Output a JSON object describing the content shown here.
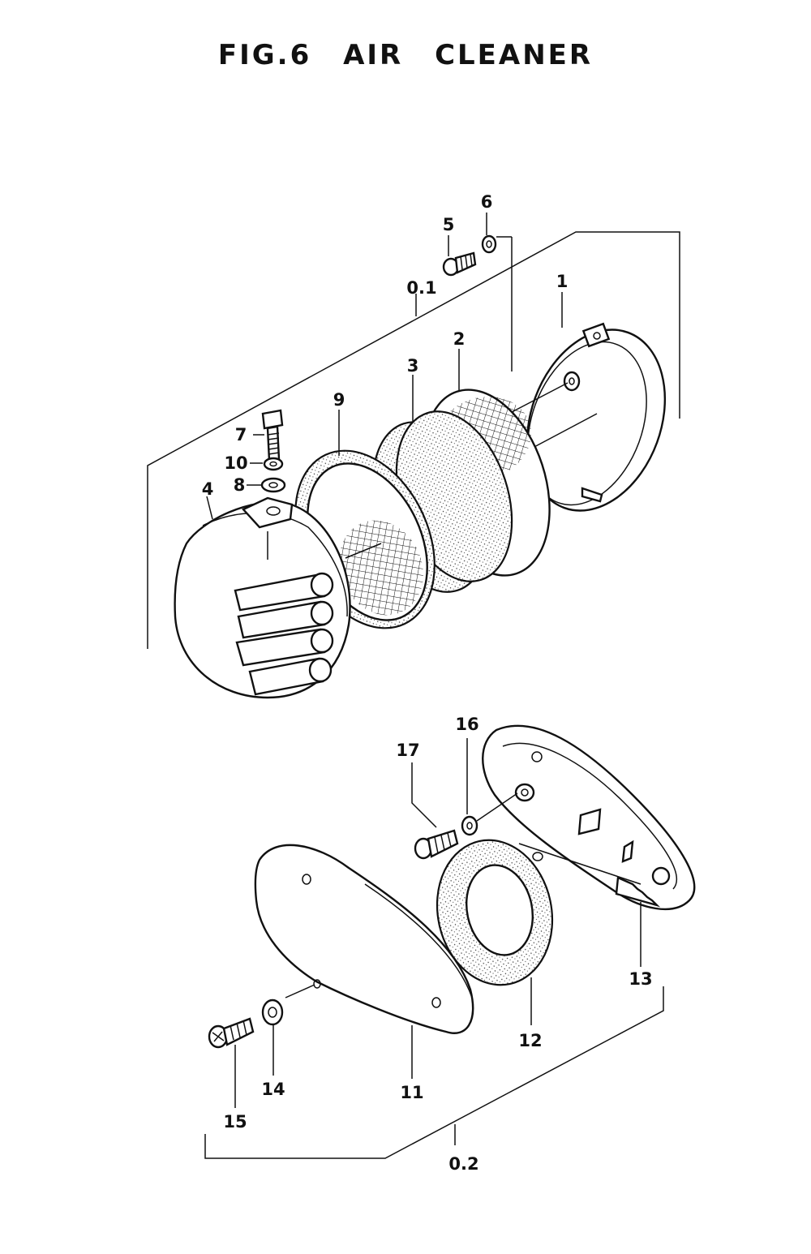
{
  "title": "FIG.6   AIR  CLEANER",
  "labels": {
    "p1": "1",
    "p2": "2",
    "p3": "3",
    "p4": "4",
    "p5": "5",
    "p6": "6",
    "p7": "7",
    "p8": "8",
    "p9": "9",
    "p10": "10",
    "p11": "11",
    "p12": "12",
    "p13": "13",
    "p14": "14",
    "p15": "15",
    "p16": "16",
    "p17": "17",
    "a01": "0.1",
    "a02": "0.2"
  }
}
